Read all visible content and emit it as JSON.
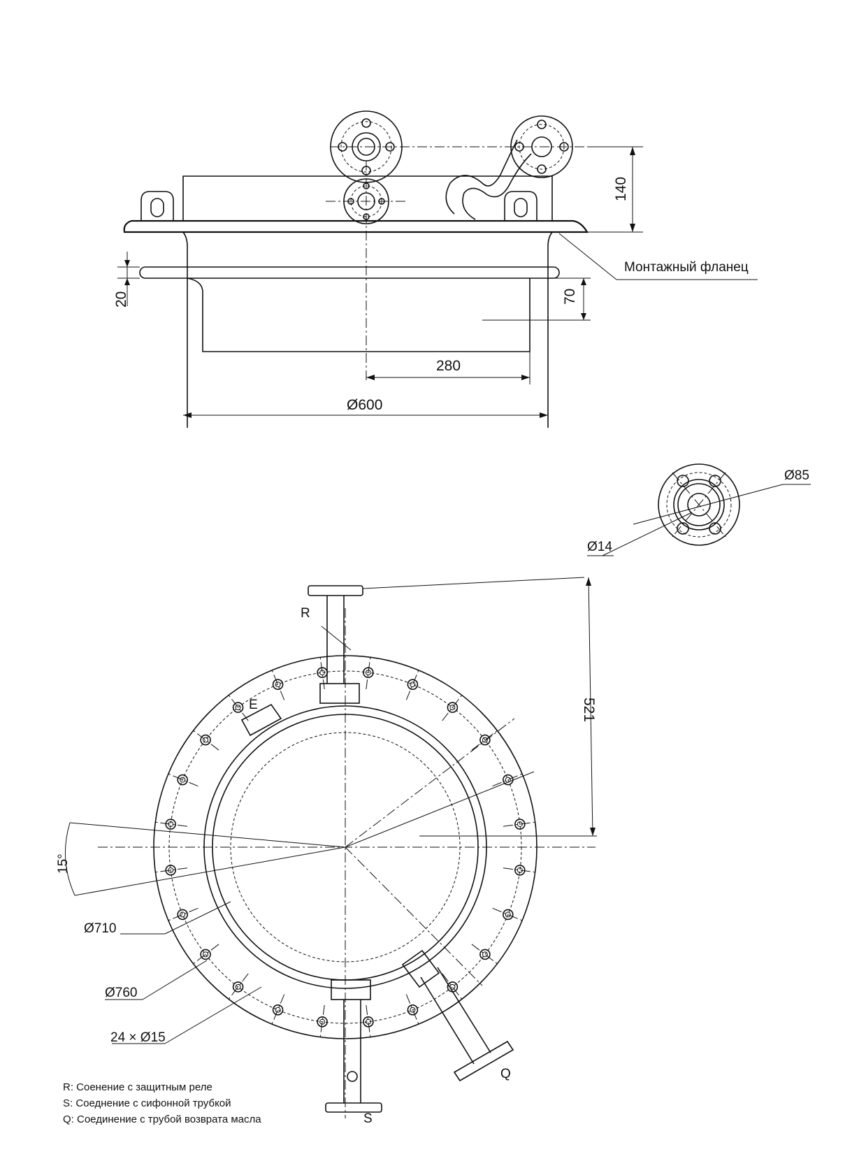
{
  "colors": {
    "ink": "#111111",
    "paper": "#ffffff"
  },
  "side_view": {
    "dim_height_top": "140",
    "dim_flange_thickness": "20",
    "dim_depth": "70",
    "dim_radius": "280",
    "dim_diameter": "Ø600",
    "callout_mounting_flange": "Монтажный фланец"
  },
  "pipe_flange_detail": {
    "dim_outer": "Ø85",
    "dim_hole": "Ø14"
  },
  "top_view": {
    "label_R": "R",
    "label_E": "E",
    "label_S": "S",
    "label_Q": "Q",
    "dim_pitch": "521",
    "dim_angle": "15°",
    "dim_bolt_circle": "Ø710",
    "dim_outer": "Ø760",
    "dim_holes": "24 × Ø15"
  },
  "legend": [
    "R: Соенение с защитным реле",
    "S: Соеднение с сифонной  трубкой",
    "Q: Соединение с трубой возврата масла"
  ]
}
